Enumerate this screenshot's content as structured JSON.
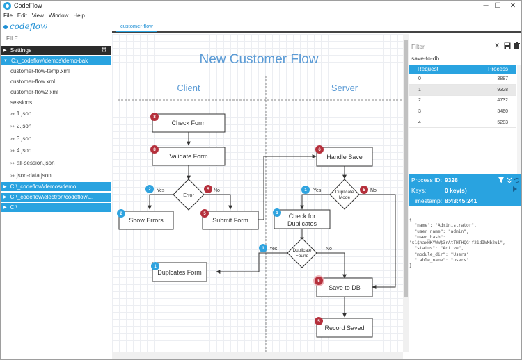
{
  "window": {
    "title": "CodeFlow",
    "min": "─",
    "max": "☐",
    "close": "✕"
  },
  "menu": [
    "File",
    "Edit",
    "View",
    "Window",
    "Help"
  ],
  "logo": "codeflow",
  "tab": {
    "label": "customer-flow"
  },
  "sidebar": {
    "file_label": "FILE",
    "settings": "Settings",
    "folders": [
      {
        "label": "C:\\_codeflow\\demos\\demo-bak",
        "expanded": true
      },
      {
        "label": "C:\\_codeflow\\demos\\demo",
        "expanded": false
      },
      {
        "label": "C:\\_codeflow\\electron\\codeflow\\...",
        "expanded": false
      },
      {
        "label": "C:\\",
        "expanded": false
      }
    ],
    "files": [
      "customer-flow-temp.xml",
      "customer-flow.xml",
      "customer-flow2.xml",
      "sessions"
    ],
    "sessions": [
      "1.json",
      "2.json",
      "3.json",
      "4.json",
      "all-session.json",
      "json-data.json"
    ]
  },
  "diagram": {
    "title": "New Customer Flow",
    "lanes": [
      "Client",
      "Server"
    ],
    "nodes": {
      "check_form": "Check Form",
      "validate_form": "Validate Form",
      "error": "Error",
      "show_errors": "Show Errors",
      "submit_form": "Submit Form",
      "dup_form": "Duplcates Form",
      "handle_save": "Handle Save",
      "dup_mode_1": "Duplicate",
      "dup_mode_2": "Mode",
      "check_dup_1": "Check for",
      "check_dup_2": "Duplicates",
      "dup_found_1": "Duplicate",
      "dup_found_2": "Found",
      "save_db": "Save to DB",
      "record_saved": "Record Saved"
    },
    "labels": {
      "yes": "Yes",
      "no": "No"
    },
    "badges": {
      "check_form": "8",
      "validate_form": "8",
      "error_yes": "2",
      "error_no": "5",
      "show_errors": "2",
      "submit_form": "5",
      "dup_form": "1",
      "handle_save": "6",
      "mode_yes": "1",
      "mode_no": "5",
      "check_dup": "1",
      "found_yes": "1",
      "save_db": "5",
      "record_saved": "5"
    },
    "colors": {
      "badge_red": "#b5303c",
      "badge_blue": "#2fa3df",
      "title": "#5b9bd5"
    }
  },
  "rpanel": {
    "filter_placeholder": "Filter",
    "clear_icon": "✕",
    "queue_name": "save-to-db",
    "columns": [
      "Request",
      "Process"
    ],
    "rows": [
      {
        "request": "0",
        "process": "3887"
      },
      {
        "request": "1",
        "process": "9328"
      },
      {
        "request": "2",
        "process": "4732"
      },
      {
        "request": "3",
        "process": "3460"
      },
      {
        "request": "4",
        "process": "5283"
      }
    ],
    "info": {
      "process_label": "Process ID:",
      "process_value": "9328",
      "keys_label": "Keys:",
      "keys_value": "0 key(s)",
      "timestamp_label": "Timestamp:",
      "timestamp_value": "8:43:45:241"
    },
    "json_text": "{\n  \"name\": \"Administrator\",\n  \"user_name\": \"admin\",\n  \"user_hash\":\n\"$1$haxHKYWW$3rAtTHTHQGjf21dIWMb2u1\",\n  \"status\": \"Active\",\n  \"module_dir\": \"Users\",\n  \"table_name\": \"users\"\n}"
  }
}
